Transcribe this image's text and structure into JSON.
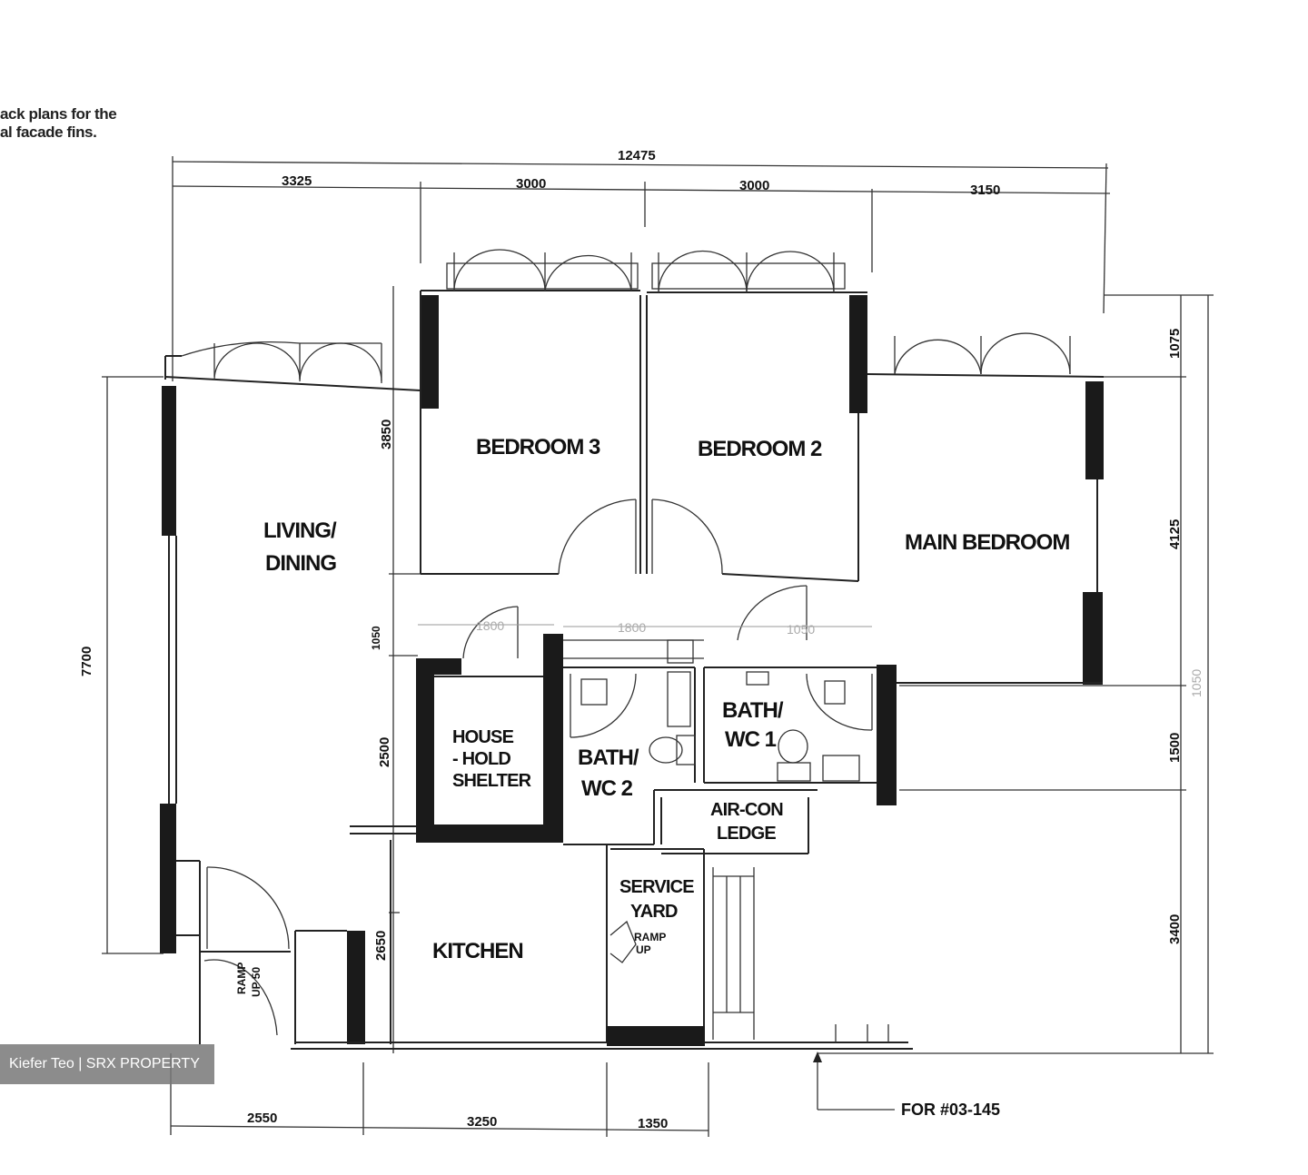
{
  "note": {
    "line1": "ack plans for the",
    "line2": "al facade fins."
  },
  "rooms": {
    "living": [
      "LIVING/",
      "DINING"
    ],
    "bedroom3": "BEDROOM 3",
    "bedroom2": "BEDROOM 2",
    "main_bedroom": "MAIN BEDROOM",
    "household_shelter": [
      "HOUSE",
      "- HOLD",
      "SHELTER"
    ],
    "bath2": [
      "BATH/",
      "WC 2"
    ],
    "bath1": [
      "BATH/",
      "WC 1"
    ],
    "aircon_ledge": [
      "AIR-CON",
      "LEDGE"
    ],
    "service_yard": [
      "SERVICE",
      "YARD"
    ],
    "kitchen": "KITCHEN"
  },
  "dimensions": {
    "top_total": "12475",
    "top": [
      "3325",
      "3000",
      "3000",
      "3150"
    ],
    "left_total": "7700",
    "left": [
      "3850",
      "2500",
      "2650"
    ],
    "right": [
      "1075",
      "4125",
      "1500",
      "3400"
    ],
    "bottom": [
      "2550",
      "3250",
      "1350"
    ],
    "faint": [
      "1050",
      "1800",
      "1800",
      "1050",
      "1050"
    ]
  },
  "labels": {
    "ramp_up_left": [
      "RAMP",
      "UP 50"
    ],
    "ramp_up_service": [
      "RAMP",
      "UP"
    ],
    "for_unit": "FOR #03-145"
  },
  "watermark": "Kiefer Teo | SRX PROPERTY"
}
